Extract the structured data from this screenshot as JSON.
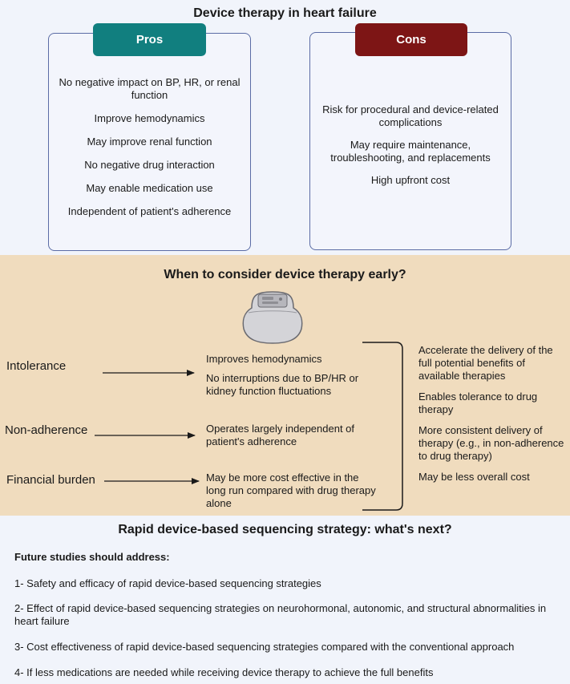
{
  "top": {
    "title": "Device therapy in heart failure",
    "pros": {
      "label": "Pros",
      "items": [
        "No negative impact on BP, HR, or renal function",
        "Improve hemodynamics",
        "May improve renal function",
        "No negative drug interaction",
        "May enable medication use",
        "Independent of patient's adherence"
      ]
    },
    "cons": {
      "label": "Cons",
      "items": [
        "Risk for procedural and device-related complications",
        "May require maintenance, troubleshooting, and replacements",
        "High upfront cost"
      ]
    }
  },
  "middle": {
    "title": "When to consider device therapy early?",
    "reasons": [
      "Intolerance",
      "Non-adherence",
      "Financial burden"
    ],
    "benefits": [
      "Improves hemodynamics",
      "No interruptions due to BP/HR or kidney function fluctuations",
      "Operates largely independent of patient's adherence",
      "May be more cost effective in the long run compared with drug therapy alone"
    ],
    "results": [
      "Accelerate the delivery of the full potential benefits of available therapies",
      "Enables tolerance to drug therapy",
      "More consistent delivery of therapy (e.g., in non-adherence to drug therapy)",
      "May be less overall cost"
    ]
  },
  "bottom": {
    "title": "Rapid device-based sequencing strategy: what's next?",
    "heading": "Future studies should address:",
    "items": [
      "1- Safety and efficacy of rapid device-based sequencing strategies",
      "2- Effect of rapid device-based sequencing strategies on neurohormonal, autonomic, and structural abnormalities in heart failure",
      "3- Cost effectiveness of rapid device-based sequencing strategies compared with the conventional approach",
      "4- If less medications are needed while receiving device therapy to achieve the full benefits"
    ]
  },
  "colors": {
    "pros": "#117f7f",
    "cons": "#7d1515",
    "card_border": "#5b6ca5",
    "middle_band": "#f0dcbe",
    "page_background": "#f1f4fb"
  }
}
